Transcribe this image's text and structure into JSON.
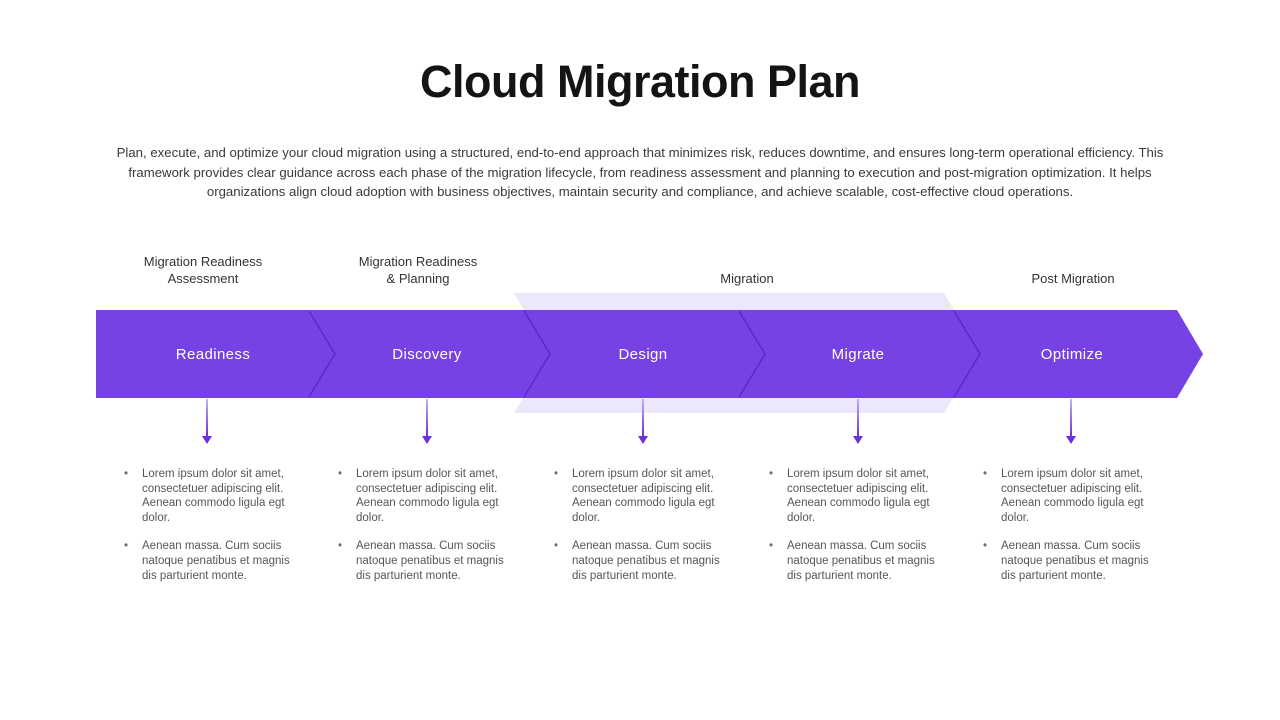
{
  "slide": {
    "title": "Cloud Migration Plan",
    "description": "Plan, execute, and optimize your cloud migration using a structured, end-to-end approach that minimizes risk, reduces downtime, and ensures long-term operational efficiency. This framework provides clear guidance across each phase of the migration lifecycle, from readiness assessment and planning to execution and post-migration optimization. It helps organizations align cloud adoption with business objectives, maintain security and compliance, and achieve scalable, cost-effective cloud operations."
  },
  "phase_groups": [
    {
      "label": "Migration Readiness\nAssessment"
    },
    {
      "label": "Migration Readiness\n& Planning"
    },
    {
      "label": "Migration"
    },
    {
      "label": "Post Migration"
    }
  ],
  "steps": [
    {
      "label": "Readiness",
      "bullets": [
        "Lorem ipsum dolor sit amet, consectetuer adipiscing elit. Aenean commodo ligula egt dolor.",
        "Aenean massa. Cum sociis natoque penatibus et magnis dis parturient monte."
      ]
    },
    {
      "label": "Discovery",
      "bullets": [
        "Lorem ipsum dolor sit amet, consectetuer adipiscing elit. Aenean commodo ligula egt dolor.",
        "Aenean massa. Cum sociis natoque penatibus et magnis dis parturient monte."
      ]
    },
    {
      "label": "Design",
      "bullets": [
        "Lorem ipsum dolor sit amet, consectetuer adipiscing elit. Aenean commodo ligula egt dolor.",
        "Aenean massa. Cum sociis natoque penatibus et magnis dis parturient monte."
      ]
    },
    {
      "label": "Migrate",
      "bullets": [
        "Lorem ipsum dolor sit amet, consectetuer adipiscing elit. Aenean commodo ligula egt dolor.",
        "Aenean massa. Cum sociis natoque penatibus et magnis dis parturient monte."
      ]
    },
    {
      "label": "Optimize",
      "bullets": [
        "Lorem ipsum dolor sit amet, consectetuer adipiscing elit. Aenean commodo ligula egt dolor.",
        "Aenean massa. Cum sociis natoque penatibus et magnis dis parturient monte."
      ]
    }
  ],
  "ui": {
    "bullet_char": "•",
    "icons": {
      "connector": "down-arrow-icon"
    },
    "colors": {
      "accent": "#7742e4",
      "accent_dark": "#5b28bd",
      "accent_light": "#ece7fa",
      "connector": "#6c31d8"
    }
  }
}
